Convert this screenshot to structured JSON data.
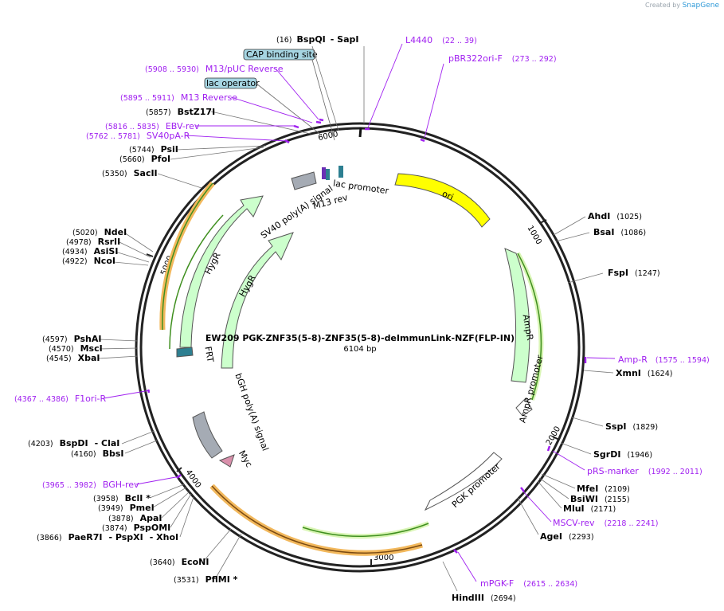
{
  "credit": {
    "prefix": "Created by",
    "brand": "SnapGene"
  },
  "plasmid": {
    "name": "EW209 PGK-ZNF35(5-8)-ZNF35(5-8)-deImmunLink-NZF(FLP-IN)",
    "length": "6104 bp"
  },
  "ticks": [
    "1000",
    "2000",
    "3000",
    "4000",
    "5000",
    "6000"
  ],
  "features": {
    "ori": "ori",
    "ampr": "AmpR",
    "ampr_promoter": "AmpR promoter",
    "pgk_promoter": "PGK promoter",
    "myc": "Myc",
    "bgh": "bGH poly(A) signal",
    "frt": "FRT",
    "hygr_outer": "HygR",
    "hygr_inner": "HygR",
    "sv40": "SV40 poly(A) signal",
    "m13rev": "M13 rev",
    "lac_promoter": "lac promoter",
    "cap_site": "CAP binding site",
    "lac_operator": "lac operator"
  },
  "sites": {
    "bspqi": {
      "name": "BspQI",
      "pos": "(16)",
      "extra": "- SapI"
    },
    "ahdi": {
      "name": "AhdI",
      "pos": "(1025)"
    },
    "bsai": {
      "name": "BsaI",
      "pos": "(1086)"
    },
    "fspi": {
      "name": "FspI",
      "pos": "(1247)"
    },
    "xmni": {
      "name": "XmnI",
      "pos": "(1624)"
    },
    "sspi": {
      "name": "SspI",
      "pos": "(1829)"
    },
    "sgrdi": {
      "name": "SgrDI",
      "pos": "(1946)"
    },
    "mfei": {
      "name": "MfeI",
      "pos": "(2109)"
    },
    "bsiwi": {
      "name": "BsiWI",
      "pos": "(2155)"
    },
    "mlui": {
      "name": "MluI",
      "pos": "(2171)"
    },
    "agei": {
      "name": "AgeI",
      "pos": "(2293)"
    },
    "hindiii": {
      "name": "HindIII",
      "pos": "(2694)"
    },
    "pflmi": {
      "name": "PflMI *",
      "pos": "(3531)"
    },
    "econi": {
      "name": "EcoNI",
      "pos": "(3640)"
    },
    "paer7i": {
      "name": "PaeR7I",
      "pos": "(3866)",
      "extra": "- PspXI",
      "extra2": "- XhoI"
    },
    "pspomi": {
      "name": "PspOMI",
      "pos": "(3874)"
    },
    "apai": {
      "name": "ApaI",
      "pos": "(3878)"
    },
    "pmei": {
      "name": "PmeI",
      "pos": "(3949)"
    },
    "bcli": {
      "name": "BclI *",
      "pos": "(3958)"
    },
    "bbsi": {
      "name": "BbsI",
      "pos": "(4160)"
    },
    "bspdi": {
      "name": "BspDI",
      "pos": "(4203)",
      "extra": "- ClaI"
    },
    "xbai": {
      "name": "XbaI",
      "pos": "(4545)"
    },
    "msci": {
      "name": "MscI",
      "pos": "(4570)"
    },
    "pshai": {
      "name": "PshAI",
      "pos": "(4597)"
    },
    "ncoi": {
      "name": "NcoI",
      "pos": "(4922)"
    },
    "asisi": {
      "name": "AsiSI",
      "pos": "(4934)"
    },
    "rsrii": {
      "name": "RsrII",
      "pos": "(4978)"
    },
    "ndei": {
      "name": "NdeI",
      "pos": "(5020)"
    },
    "sacii": {
      "name": "SacII",
      "pos": "(5350)"
    },
    "pfoi": {
      "name": "PfoI",
      "pos": "(5660)"
    },
    "psii": {
      "name": "PsiI",
      "pos": "(5744)"
    },
    "bstz17i": {
      "name": "BstZ17I",
      "pos": "(5857)"
    }
  },
  "primers": {
    "l4440": {
      "name": "L4440",
      "pos": "(22 .. 39)"
    },
    "pbr322": {
      "name": "pBR322ori-F",
      "pos": "(273 .. 292)"
    },
    "ampr": {
      "name": "Amp-R",
      "pos": "(1575 .. 1594)"
    },
    "prs": {
      "name": "pRS-marker",
      "pos": "(1992 .. 2011)"
    },
    "mscv": {
      "name": "MSCV-rev",
      "pos": "(2218 .. 2241)"
    },
    "mpgk": {
      "name": "mPGK-F",
      "pos": "(2615 .. 2634)"
    },
    "bgh": {
      "name": "BGH-rev",
      "pos": "(3965 .. 3982)"
    },
    "f1ori": {
      "name": "F1ori-R",
      "pos": "(4367 .. 4386)"
    },
    "sv40pa": {
      "name": "SV40pA-R",
      "pos": "(5762 .. 5781)"
    },
    "ebv": {
      "name": "EBV-rev",
      "pos": "(5816 .. 5835)"
    },
    "m13rev": {
      "name": "M13 Reverse",
      "pos": "(5895 .. 5911)"
    },
    "m13puc": {
      "name": "M13/pUC Reverse",
      "pos": "(5908 .. 5930)"
    }
  },
  "colors": {
    "backbone": "#222222",
    "primer": "#a020f0",
    "ori": "#ffff00",
    "resistance": "#ccffcc",
    "promoter": "#ffffff",
    "polyA": "#a5abb4",
    "frt": "#2d7f91",
    "tag": "#d98fab",
    "orf_outline": "#f2b85c",
    "orf_inner": "#3f8f1f",
    "label_box": "#a6d5e2"
  }
}
